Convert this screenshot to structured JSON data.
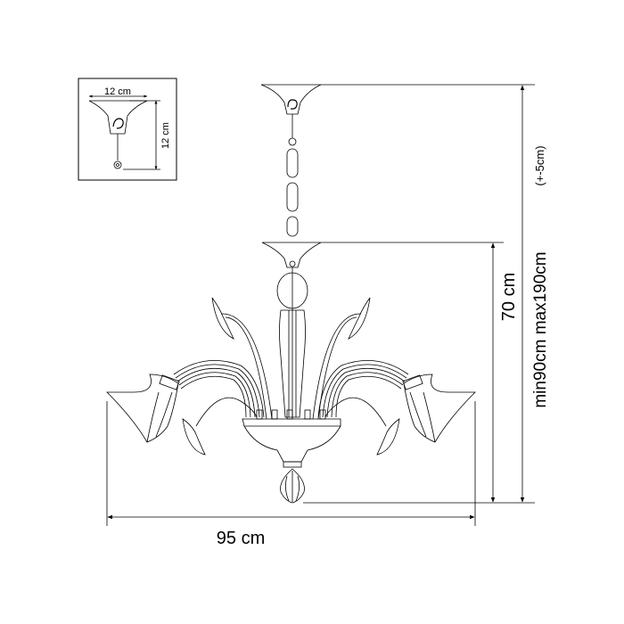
{
  "dimensions": {
    "canopy_width": "12 cm",
    "canopy_height": "12 cm",
    "total_width": "95 cm",
    "body_height": "70 cm",
    "overall_height": "min90cm  max190cm",
    "tolerance": "(+-5cm)"
  },
  "colors": {
    "line": "#000000",
    "background": "#ffffff"
  }
}
